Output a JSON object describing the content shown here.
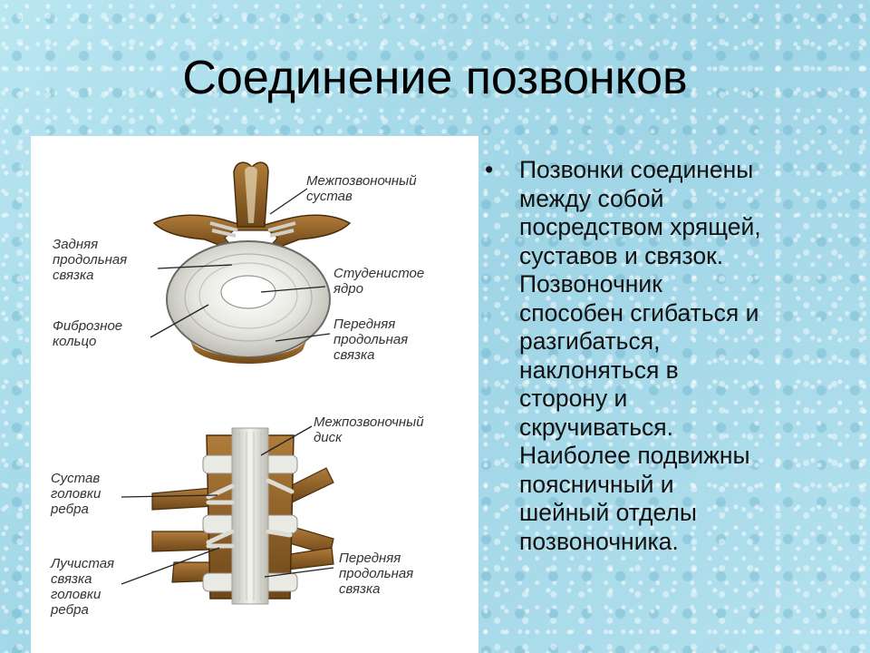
{
  "slide": {
    "title": "Соединение позвонков",
    "bullet": "•",
    "body_lines": [
      "Позвонки соединены",
      "между собой",
      "посредством хрящей,",
      "суставов и связок.",
      "Позвоночник",
      "способен сгибаться и",
      "разгибаться,",
      "наклоняться в",
      "сторону и",
      "скручиваться.",
      "Наиболее подвижны",
      "поясничный и",
      "шейный отделы",
      "позвоночника."
    ]
  },
  "figure": {
    "top_diagram": {
      "joint_label": [
        "Межпозвоночный",
        "сустав"
      ],
      "posterior_ligament_label": [
        "Задняя",
        "продольная",
        "связка"
      ],
      "nucleus_label": [
        "Студенистое",
        "ядро"
      ],
      "annulus_label": [
        "Фиброзное",
        "кольцо"
      ],
      "anterior_ligament_label": [
        "Передняя",
        "продольная",
        "связка"
      ]
    },
    "bottom_diagram": {
      "disc_label": [
        "Межпозвоночный",
        "диск"
      ],
      "rib_head_joint_label": [
        "Сустав",
        "головки",
        "ребра"
      ],
      "radiate_ligament_label": [
        "Лучистая",
        "связка",
        "головки",
        "ребра"
      ],
      "anterior_ligament_label": [
        "Передняя",
        "продольная",
        "связка"
      ]
    }
  },
  "colors": {
    "bone": "#9a6a2e",
    "bone_dark": "#5e3c14",
    "cartilage": "#e9e9e2",
    "ligament": "#d8d8d2"
  }
}
